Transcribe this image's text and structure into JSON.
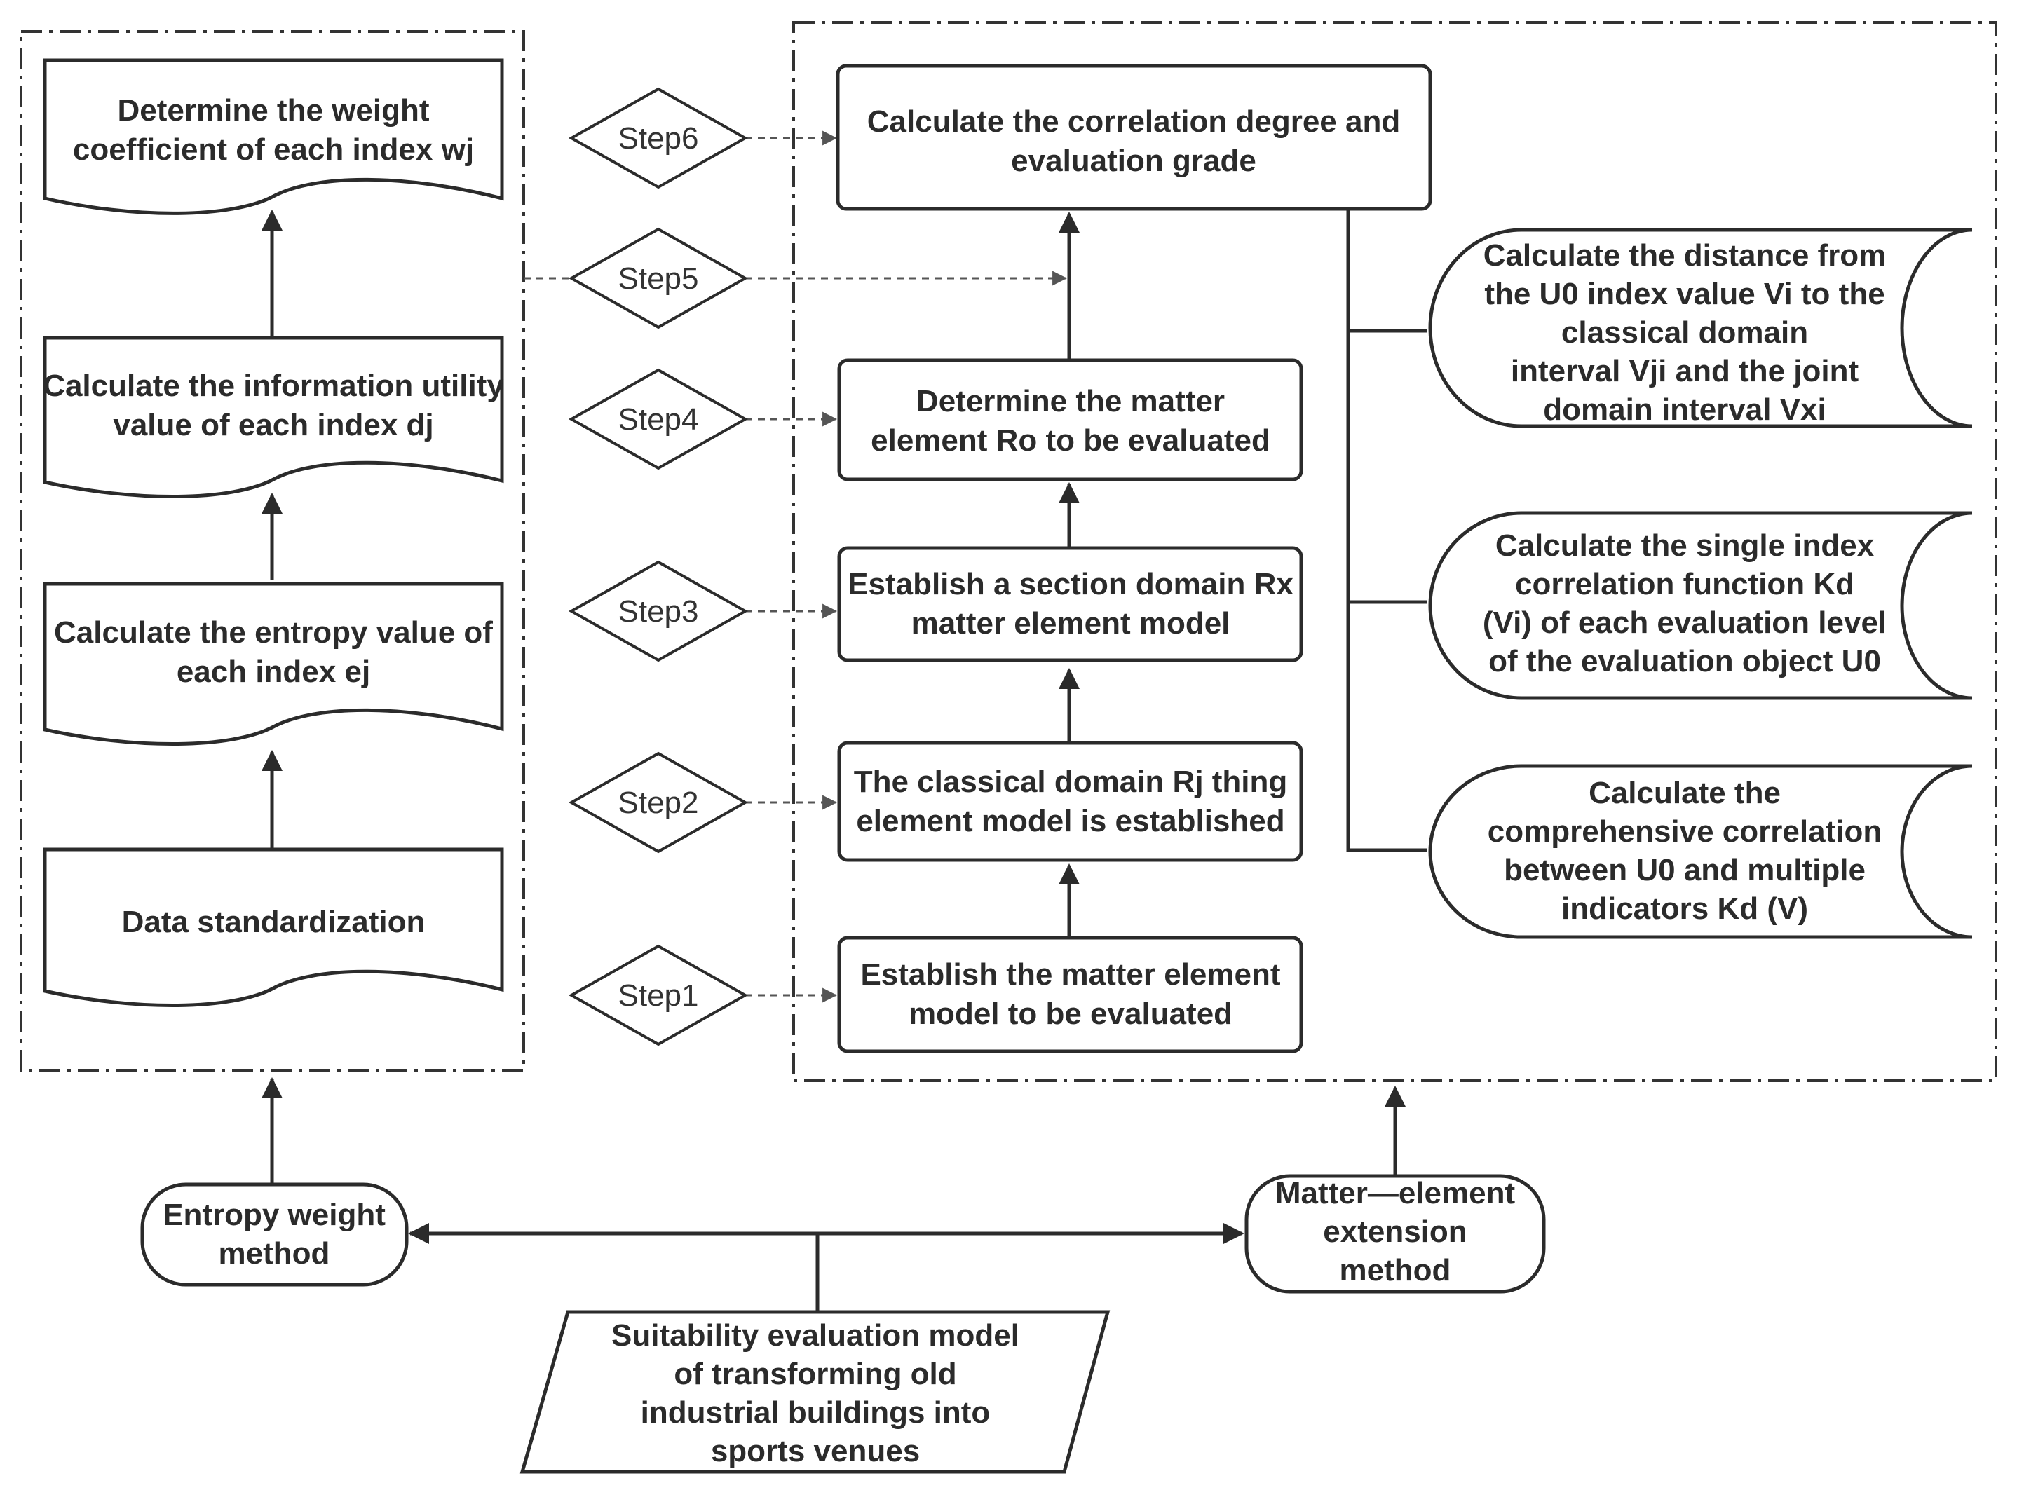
{
  "left_column": {
    "weight_coefficient": [
      "Determine the weight",
      "coefficient of each index wj"
    ],
    "information_utility": [
      "Calculate the information utility",
      "value of each index dj"
    ],
    "entropy_value": [
      "Calculate the entropy value of",
      "each index ej"
    ],
    "data_standardization": [
      "Data standardization"
    ]
  },
  "steps": [
    "Step6",
    "Step5",
    "Step4",
    "Step3",
    "Step2",
    "Step1"
  ],
  "center_column": {
    "correlation_degree": [
      "Calculate the correlation degree and",
      "evaluation grade"
    ],
    "matter_element_ro": [
      "Determine the matter",
      "element Ro to be evaluated"
    ],
    "section_domain": [
      "Establish a section domain Rx",
      "matter element model"
    ],
    "classical_domain": [
      "The classical domain Rj thing",
      "element model is established"
    ],
    "matter_element_model": [
      "Establish the matter element",
      "model to be evaluated"
    ]
  },
  "right_column": {
    "distance": [
      "Calculate the distance from",
      "the U0 index value Vi to the",
      "classical domain",
      "interval Vji and the joint",
      "domain interval Vxi"
    ],
    "single_index": [
      "Calculate the single index",
      "correlation function Kd",
      "(Vi) of each evaluation level",
      "of the evaluation object U0"
    ],
    "comprehensive": [
      "Calculate the",
      "comprehensive correlation",
      "between U0 and multiple",
      "indicators Kd (V)"
    ]
  },
  "bottom": {
    "entropy_method": [
      "Entropy weight",
      "method"
    ],
    "extension_method": [
      "Matter—element",
      "extension",
      "method"
    ],
    "suitability_model": [
      "Suitability evaluation model",
      "of transforming old",
      "industrial buildings into",
      "sports venues"
    ]
  }
}
